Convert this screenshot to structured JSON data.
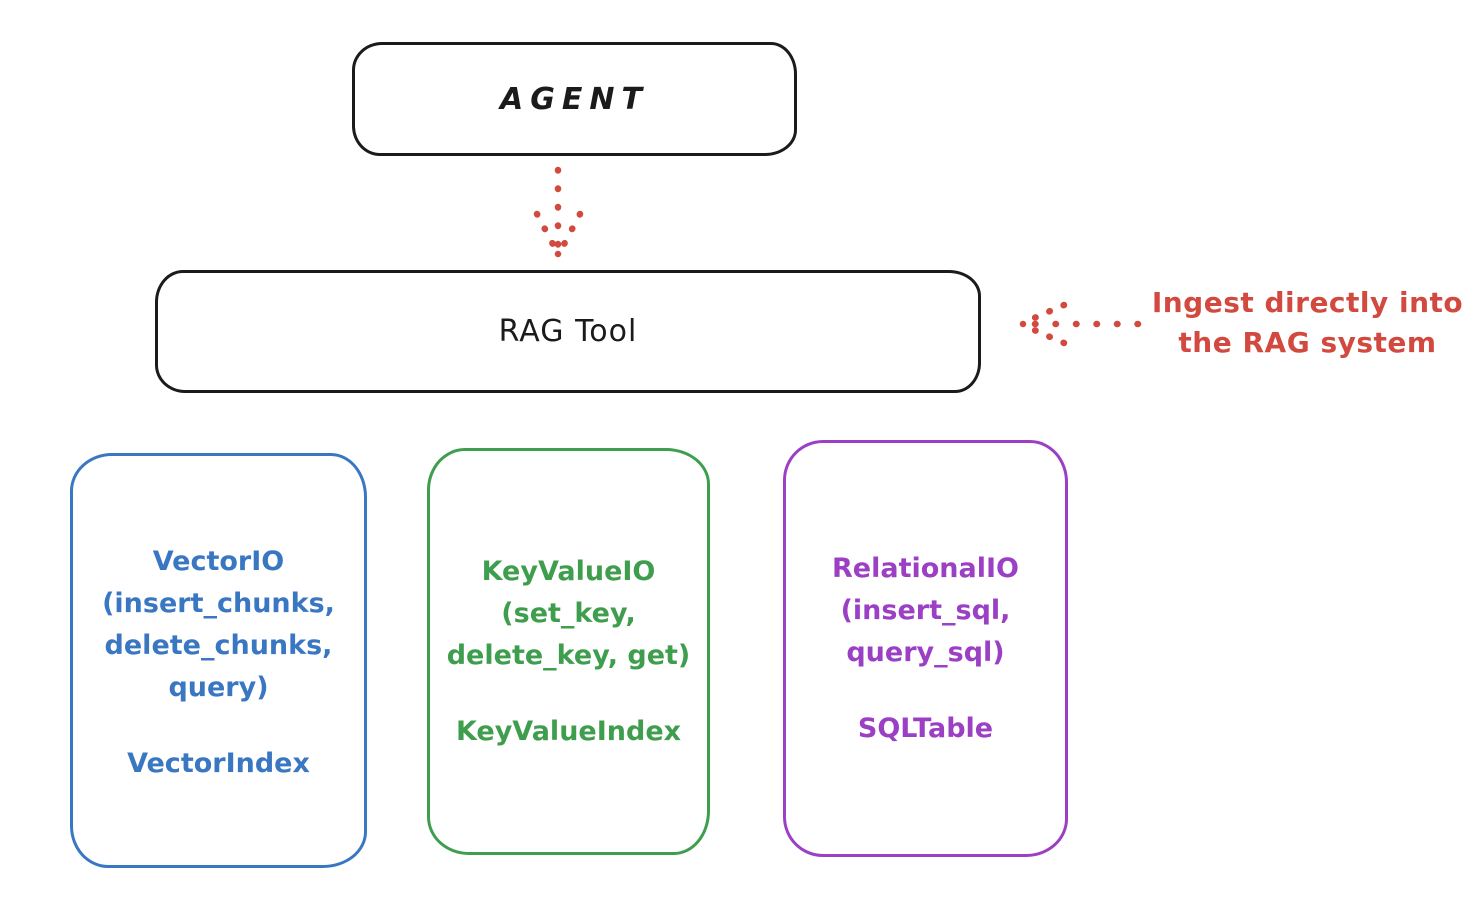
{
  "colors": {
    "ink": "#1b1b1b",
    "red": "#d2493f",
    "blue": "#3a77c2",
    "green": "#3f9e4d",
    "purple": "#9b3fc5",
    "bg": "#ffffff"
  },
  "agent": {
    "label": "AGENT"
  },
  "rag_tool": {
    "label": "RAG Tool"
  },
  "annotation": {
    "line1": "Ingest directly into",
    "line2": "the RAG system"
  },
  "icons": {
    "down_arrow": "dotted-arrow-down",
    "left_arrow": "dotted-arrow-left"
  },
  "modules": [
    {
      "id": "vector-io",
      "color": "#3a77c2",
      "title_lines": [
        "VectorIO",
        "(insert_chunks,",
        "delete_chunks,",
        "query)"
      ],
      "index_label": "VectorIndex"
    },
    {
      "id": "key-value-io",
      "color": "#3f9e4d",
      "title_lines": [
        "KeyValueIO",
        "(set_key,",
        "delete_key, get)"
      ],
      "index_label": "KeyValueIndex"
    },
    {
      "id": "relational-io",
      "color": "#9b3fc5",
      "title_lines": [
        "RelationalIO",
        "(insert_sql,",
        "query_sql)"
      ],
      "index_label": "SQLTable"
    }
  ]
}
